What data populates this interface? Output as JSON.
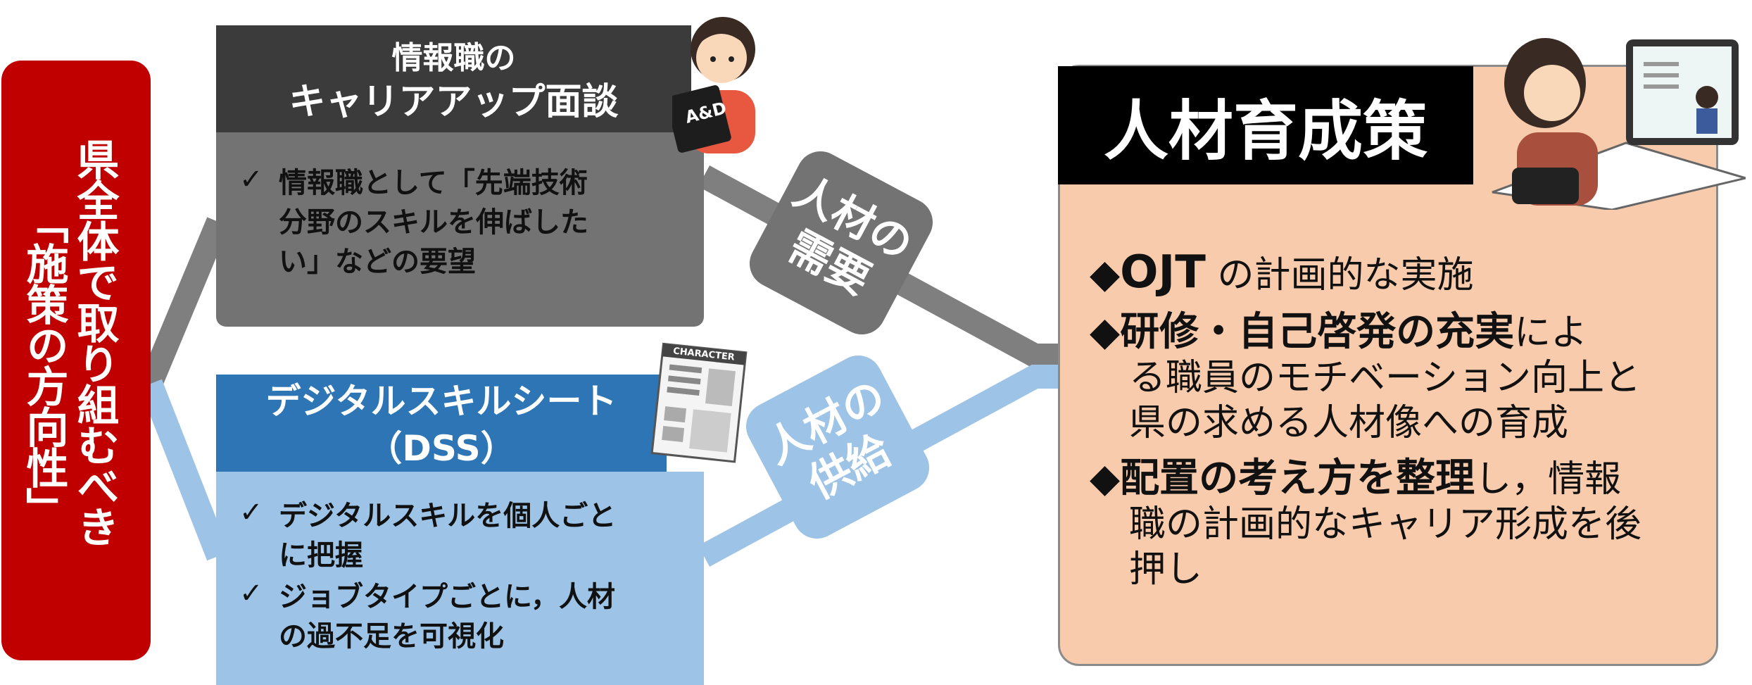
{
  "policy": {
    "line1": "県全体で取り組むべき",
    "line2": "「施策の方向性」"
  },
  "interview": {
    "title_line1": "情報職の",
    "title_line2": "キャリアアップ面談",
    "check_mark": "✓",
    "bullet_lines": [
      "情報職として「先端技術",
      "分野のスキルを伸ばした",
      "い」などの要望"
    ]
  },
  "dss": {
    "title_line1": "デジタルスキルシート",
    "title_line2": "（DSS）",
    "check_mark": "✓",
    "bullets": [
      {
        "lines": [
          "デジタルスキルを個人ごと",
          "に把握"
        ]
      },
      {
        "lines": [
          "ジョブタイプごとに，人材",
          "の過不足を可視化"
        ]
      }
    ]
  },
  "demand_label": {
    "line1": "人材の",
    "line2": "需要"
  },
  "supply_label": {
    "line1": "人材の",
    "line2": "供給"
  },
  "measures": {
    "title": "人材育成策",
    "item1": {
      "diamond": "◆",
      "bold": "OJT",
      "rest": " の計画的な実施"
    },
    "item2": {
      "diamond": "◆",
      "bold": "研修・自己啓発の充実",
      "rest": "によ",
      "cont": [
        "る職員のモチベーション向上と",
        "県の求める人材像への育成"
      ]
    },
    "item3": {
      "diamond": "◆",
      "bold": "配置の考え方を整理",
      "rest": "し，情報",
      "cont": [
        "職の計画的なキャリア形成を後",
        "押し"
      ]
    }
  },
  "character_sheet": {
    "label": "CHARACTER"
  },
  "clipboard": {
    "text": "A&D"
  },
  "colors": {
    "policy_red": "#c00000",
    "gray_dark": "#3b3b3b",
    "gray_body": "#737373",
    "gray_connector": "#7f7f7f",
    "blue_header": "#2e75b6",
    "blue_body": "#9dc3e6",
    "measures_bg": "#f8cbad"
  }
}
